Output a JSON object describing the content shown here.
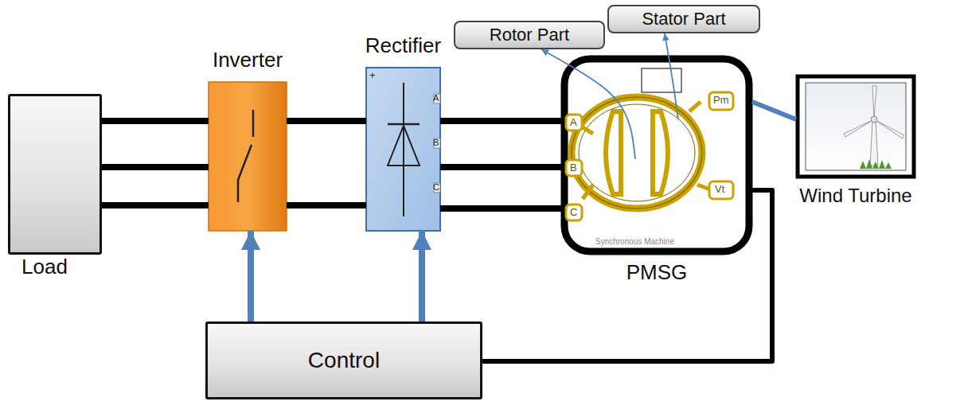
{
  "diagram": {
    "nodes": [
      {
        "text": [
          "Rotor Part"
        ]
      },
      {
        "text": [
          "Stator Part"
        ]
      },
      {
        "text": [
          "Load"
        ]
      },
      {
        "text": [
          "Inverter"
        ]
      },
      {
        "text": [
          "Rectifier"
        ]
      },
      {
        "text": [
          "PMSG"
        ]
      },
      {
        "text": [
          "Wind Turbine"
        ]
      },
      {
        "text": [
          "Control"
        ]
      }
    ],
    "edges": [
      {
        "from": 2,
        "to": 3,
        "arrow": "none"
      },
      {
        "from": 2,
        "to": 3,
        "arrow": "none"
      },
      {
        "from": 2,
        "to": 3,
        "arrow": "none"
      },
      {
        "from": 3,
        "to": 4,
        "arrow": "none"
      },
      {
        "from": 3,
        "to": 4,
        "arrow": "none"
      },
      {
        "from": 4,
        "to": 5,
        "arrow": "none"
      },
      {
        "from": 4,
        "to": 5,
        "arrow": "none"
      },
      {
        "from": 4,
        "to": 5,
        "arrow": "none"
      },
      {
        "from": 5,
        "to": 6,
        "arrow": "none"
      },
      {
        "from": 7,
        "to": 3,
        "arrow": "to"
      },
      {
        "from": 7,
        "to": 4,
        "arrow": "to"
      },
      {
        "from": 5,
        "to": 7,
        "arrow": "none"
      },
      {
        "from": 5,
        "to": 0,
        "arrow": "to"
      },
      {
        "from": 5,
        "to": 1,
        "arrow": "to"
      }
    ],
    "labels": [
      "+",
      "A",
      "B",
      "C",
      "A",
      "B",
      "C",
      "Pm",
      "Vt",
      "Synchronous Machine"
    ]
  }
}
